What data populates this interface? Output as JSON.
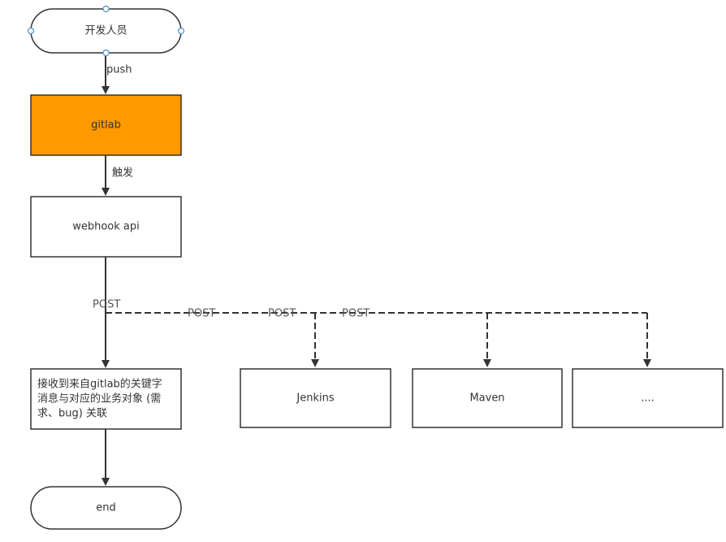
{
  "nodes": {
    "developer": "开发人员",
    "gitlab": "gitlab",
    "webhook": "webhook api",
    "handler_line1": "接收到来自gitlab的关键字",
    "handler_line2": "消息与对应的业务对象 (需",
    "handler_line3": "求、bug) 关联",
    "jenkins": "Jenkins",
    "maven": "Maven",
    "more": "....",
    "end": "end"
  },
  "edges": {
    "push": "push",
    "trigger": "触发",
    "post_main": "POST",
    "post_1": "POST",
    "post_2": "POST",
    "post_3": "POST"
  },
  "colors": {
    "gitlab_fill": "#FF9900",
    "stroke": "#333333",
    "selection_handle": "#4A90D9"
  }
}
